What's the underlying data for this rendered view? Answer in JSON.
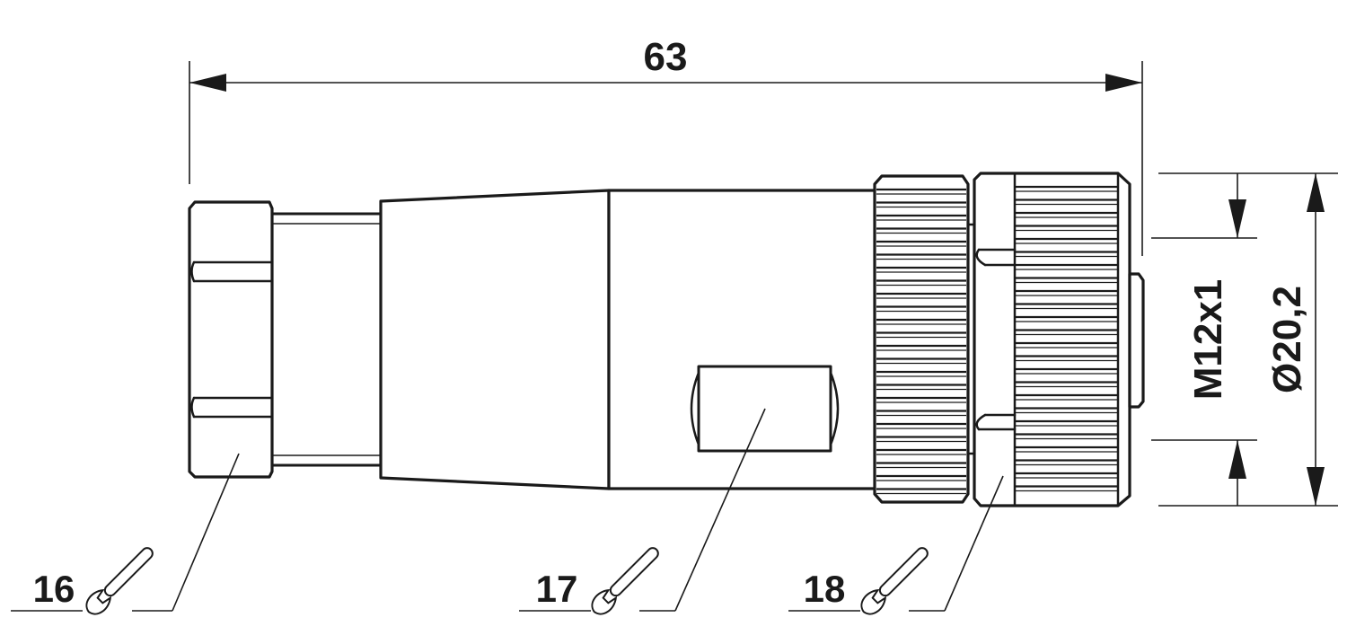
{
  "dimensions": {
    "overall_length": "63",
    "thread": "M12x1",
    "diameter": "Ø20,2"
  },
  "callouts": [
    {
      "number": "16",
      "icon": "wrench-icon"
    },
    {
      "number": "17",
      "icon": "wrench-icon"
    },
    {
      "number": "18",
      "icon": "wrench-icon"
    }
  ],
  "colors": {
    "ink": "#1a1a1a",
    "background": "#ffffff"
  }
}
